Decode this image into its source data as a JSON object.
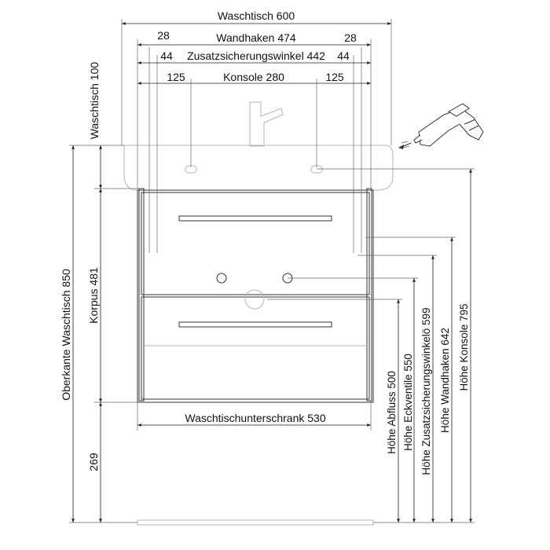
{
  "labels": {
    "waschtisch": "Waschtisch 600",
    "wandhaken_left": "28",
    "wandhaken": "Wandhaken  474",
    "wandhaken_right": "28",
    "zusatz_left": "44",
    "zusatz": "Zusatzsicherungswinkel 442",
    "zusatz_right": "44",
    "konsole_left": "125",
    "konsole": "Konsole 280",
    "konsole_right": "125",
    "waschtisch_height": "Waschtisch 100",
    "korpus": "Korpus 481",
    "oberkante": "Oberkante Waschtisch 850",
    "floor_gap": "269",
    "unterschrank": "Waschtischunterschrank 530",
    "abfluss": "Höhe Abfluss 500",
    "eckventile": "Höhe Eckventile 550",
    "zusatz_hoehe": "Höhe Zusatzsicherungswinkelö 599",
    "wandhaken_hoehe": "Höhe Wandhaken  642",
    "konsole_hoehe": "Höhe Konsole 795"
  },
  "icons": [
    "drill-icon"
  ]
}
